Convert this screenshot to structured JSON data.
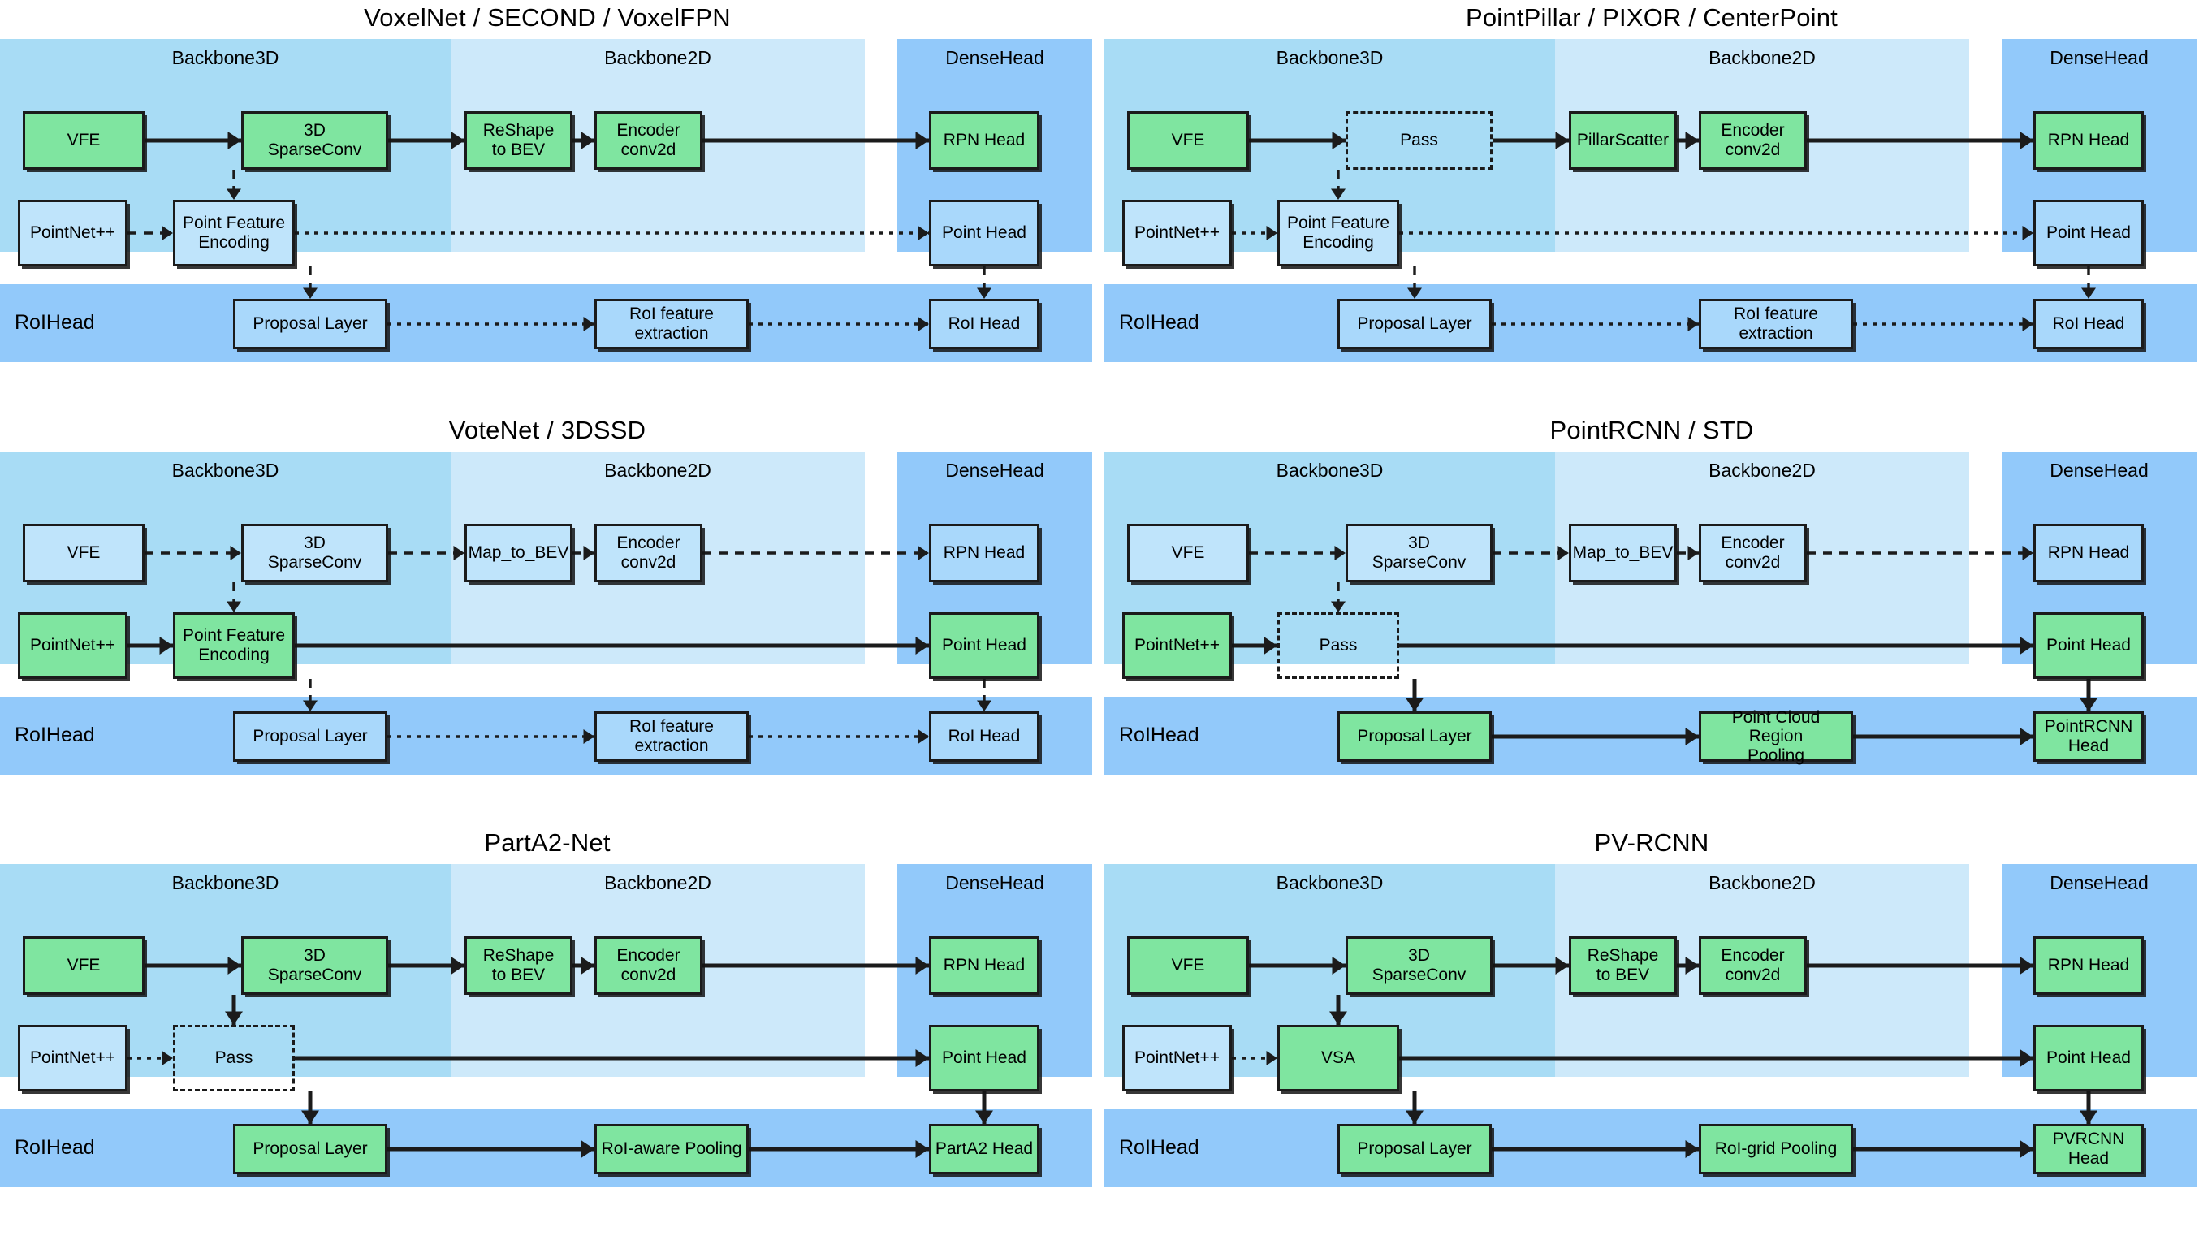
{
  "figure": {
    "type": "diagram",
    "subject": "OpenPCDet unified 3D object detection framework block diagrams",
    "region_labels": {
      "backbone3d": "Backbone3D",
      "backbone2d": "Backbone2D",
      "densehead": "DenseHead",
      "roihead": "RoIHead"
    },
    "colors": {
      "green_active": "#7fe5a0",
      "backbone3d_bg": "#a8dcf5",
      "backbone2d_bg": "#cde9fa",
      "densehead_bg": "#92c9fa",
      "roihead_bg": "#92c9fa",
      "node_blue": "#bfe4fb",
      "stroke": "#1b1b1b"
    }
  },
  "panels": [
    {
      "id": "voxelnet",
      "title": "VoxelNet / SECOND / VoxelFPN",
      "nodes": {
        "vfe": "VFE",
        "sparseconv": "3D\nSparseConv",
        "to_bev": "ReShape\nto BEV",
        "encoder": "Encoder\nconv2d",
        "rpn_head": "RPN Head",
        "pointnet": "PointNet++",
        "mid": "Point Feature\nEncoding",
        "point_head": "Point Head",
        "proposal": "Proposal Layer",
        "roi_feat": "RoI feature extraction",
        "roi_head": "RoI Head"
      },
      "styles": {
        "vfe": "green",
        "sparseconv": "green",
        "to_bev": "green",
        "encoder": "green",
        "rpn_head": "green",
        "pointnet": "blue-light",
        "mid": "blue-light",
        "point_head": "blue-mid",
        "proposal": "blue-mid",
        "roi_feat": "blue-mid",
        "roi_head": "blue-mid"
      },
      "edges": {
        "vfe_to_sc": "solid",
        "sc_to_bev": "solid",
        "bev_to_enc": "solid",
        "enc_to_rpn": "solid",
        "sc_to_mid": "dash",
        "pn_to_mid": "dash",
        "mid_to_phead": "dot",
        "mid_to_prop": "dash",
        "phead_to_roih": "dash",
        "prop_to_roif": "dot",
        "roif_to_roih": "dot"
      }
    },
    {
      "id": "pointpillar",
      "title": "PointPillar / PIXOR / CenterPoint",
      "nodes": {
        "vfe": "VFE",
        "sparseconv": "Pass",
        "to_bev": "PillarScatter",
        "encoder": "Encoder\nconv2d",
        "rpn_head": "RPN Head",
        "pointnet": "PointNet++",
        "mid": "Point Feature\nEncoding",
        "point_head": "Point Head",
        "proposal": "Proposal Layer",
        "roi_feat": "RoI feature extraction",
        "roi_head": "RoI Head"
      },
      "styles": {
        "vfe": "green",
        "sparseconv": "dashed",
        "to_bev": "green",
        "encoder": "green",
        "rpn_head": "green",
        "pointnet": "blue-light",
        "mid": "blue-light",
        "point_head": "blue-mid",
        "proposal": "blue-mid",
        "roi_feat": "blue-mid",
        "roi_head": "blue-mid"
      },
      "edges": {
        "vfe_to_sc": "solid",
        "sc_to_bev": "solid",
        "bev_to_enc": "solid",
        "enc_to_rpn": "solid",
        "sc_to_mid": "dash",
        "pn_to_mid": "dot",
        "mid_to_phead": "dot",
        "mid_to_prop": "dash",
        "phead_to_roih": "dash",
        "prop_to_roif": "dot",
        "roif_to_roih": "dot"
      }
    },
    {
      "id": "votenet",
      "title": "VoteNet / 3DSSD",
      "nodes": {
        "vfe": "VFE",
        "sparseconv": "3D\nSparseConv",
        "to_bev": "Map_to_BEV",
        "encoder": "Encoder\nconv2d",
        "rpn_head": "RPN Head",
        "pointnet": "PointNet++",
        "mid": "Point Feature\nEncoding",
        "point_head": "Point Head",
        "proposal": "Proposal Layer",
        "roi_feat": "RoI feature extraction",
        "roi_head": "RoI Head"
      },
      "styles": {
        "vfe": "blue-light",
        "sparseconv": "blue-light",
        "to_bev": "blue-light",
        "encoder": "blue-light",
        "rpn_head": "blue-mid",
        "pointnet": "green",
        "mid": "green",
        "point_head": "green",
        "proposal": "blue-mid",
        "roi_feat": "blue-mid",
        "roi_head": "blue-mid"
      },
      "edges": {
        "vfe_to_sc": "dash",
        "sc_to_bev": "dash",
        "bev_to_enc": "dash",
        "enc_to_rpn": "dash",
        "sc_to_mid": "dash",
        "pn_to_mid": "solid",
        "mid_to_phead": "solid",
        "mid_to_prop": "dash",
        "phead_to_roih": "dash",
        "prop_to_roif": "dot",
        "roif_to_roih": "dot"
      }
    },
    {
      "id": "pointrcnn",
      "title": "PointRCNN / STD",
      "nodes": {
        "vfe": "VFE",
        "sparseconv": "3D\nSparseConv",
        "to_bev": "Map_to_BEV",
        "encoder": "Encoder\nconv2d",
        "rpn_head": "RPN Head",
        "pointnet": "PointNet++",
        "mid": "Pass",
        "point_head": "Point Head",
        "proposal": "Proposal Layer",
        "roi_feat": "Point Cloud Region\nPooling",
        "roi_head": "PointRCNN\nHead"
      },
      "styles": {
        "vfe": "blue-light",
        "sparseconv": "blue-light",
        "to_bev": "blue-light",
        "encoder": "blue-light",
        "rpn_head": "blue-mid",
        "pointnet": "green",
        "mid": "dashed",
        "point_head": "green",
        "proposal": "green",
        "roi_feat": "green",
        "roi_head": "green"
      },
      "edges": {
        "vfe_to_sc": "dash",
        "sc_to_bev": "dash",
        "bev_to_enc": "dash",
        "enc_to_rpn": "dash",
        "sc_to_mid": "dash",
        "pn_to_mid": "solid",
        "mid_to_phead": "solid",
        "mid_to_prop": "solid",
        "phead_to_roih": "solid",
        "prop_to_roif": "solid",
        "roif_to_roih": "solid"
      }
    },
    {
      "id": "parta2",
      "title": "PartA2-Net",
      "nodes": {
        "vfe": "VFE",
        "sparseconv": "3D\nSparseConv",
        "to_bev": "ReShape\nto BEV",
        "encoder": "Encoder\nconv2d",
        "rpn_head": "RPN Head",
        "pointnet": "PointNet++",
        "mid": "Pass",
        "point_head": "Point Head",
        "proposal": "Proposal Layer",
        "roi_feat": "RoI-aware Pooling",
        "roi_head": "PartA2 Head"
      },
      "styles": {
        "vfe": "green",
        "sparseconv": "green",
        "to_bev": "green",
        "encoder": "green",
        "rpn_head": "green",
        "pointnet": "blue-light",
        "mid": "dashed",
        "point_head": "green",
        "proposal": "green",
        "roi_feat": "green",
        "roi_head": "green"
      },
      "edges": {
        "vfe_to_sc": "solid",
        "sc_to_bev": "solid",
        "bev_to_enc": "solid",
        "enc_to_rpn": "solid",
        "sc_to_mid": "solid",
        "pn_to_mid": "dot",
        "mid_to_phead": "solid",
        "mid_to_prop": "solid",
        "phead_to_roih": "solid",
        "prop_to_roif": "solid",
        "roif_to_roih": "solid"
      }
    },
    {
      "id": "pvrcnn",
      "title": "PV-RCNN",
      "nodes": {
        "vfe": "VFE",
        "sparseconv": "3D\nSparseConv",
        "to_bev": "ReShape\nto BEV",
        "encoder": "Encoder\nconv2d",
        "rpn_head": "RPN Head",
        "pointnet": "PointNet++",
        "mid": "VSA",
        "point_head": "Point Head",
        "proposal": "Proposal Layer",
        "roi_feat": "RoI-grid Pooling",
        "roi_head": "PVRCNN\nHead"
      },
      "styles": {
        "vfe": "green",
        "sparseconv": "green",
        "to_bev": "green",
        "encoder": "green",
        "rpn_head": "green",
        "pointnet": "blue-light",
        "mid": "green",
        "point_head": "green",
        "proposal": "green",
        "roi_feat": "green",
        "roi_head": "green"
      },
      "edges": {
        "vfe_to_sc": "solid",
        "sc_to_bev": "solid",
        "bev_to_enc": "solid",
        "enc_to_rpn": "solid",
        "sc_to_mid": "solid",
        "pn_to_mid": "dot",
        "mid_to_phead": "solid",
        "mid_to_prop": "solid",
        "phead_to_roih": "solid",
        "prop_to_roif": "solid",
        "roif_to_roih": "solid"
      }
    }
  ]
}
